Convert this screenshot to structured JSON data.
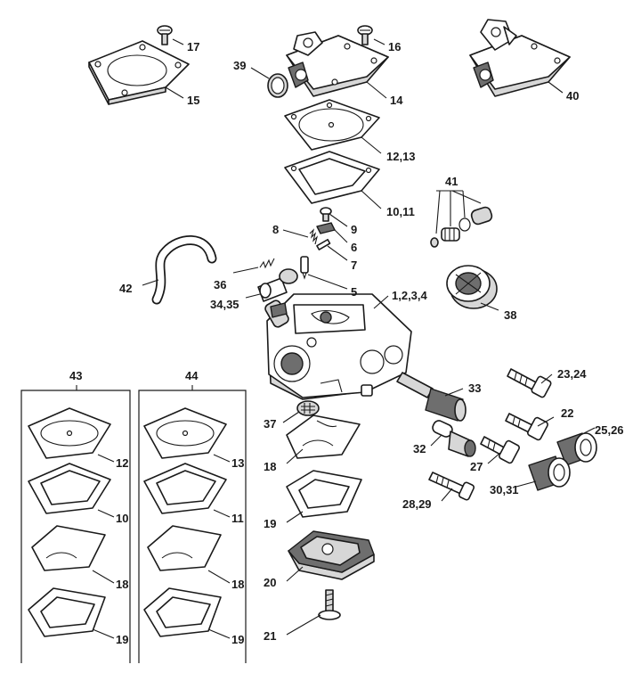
{
  "callouts": {
    "c17": "17",
    "c16": "16",
    "c15": "15",
    "c14": "14",
    "c39": "39",
    "c40": "40",
    "c12_13": "12,13",
    "c10_11": "10,11",
    "c41": "41",
    "c8": "8",
    "c9": "9",
    "c6": "6",
    "c7": "7",
    "c5": "5",
    "c36": "36",
    "c34_35": "34,35",
    "c42": "42",
    "c1_4": "1,2,3,4",
    "c38": "38",
    "c33": "33",
    "c23_24": "23,24",
    "c22": "22",
    "c25_26": "25,26",
    "c37": "37",
    "c32": "32",
    "c27": "27",
    "c18_main": "18",
    "c30_31": "30,31",
    "c28_29": "28,29",
    "c19_main": "19",
    "c20": "20",
    "c21": "21",
    "c43": "43",
    "c44": "44",
    "k43_12": "12",
    "k43_10": "10",
    "k43_18": "18",
    "k43_19": "19",
    "k44_13": "13",
    "k44_11": "11",
    "k44_18": "18",
    "k44_19": "19"
  }
}
